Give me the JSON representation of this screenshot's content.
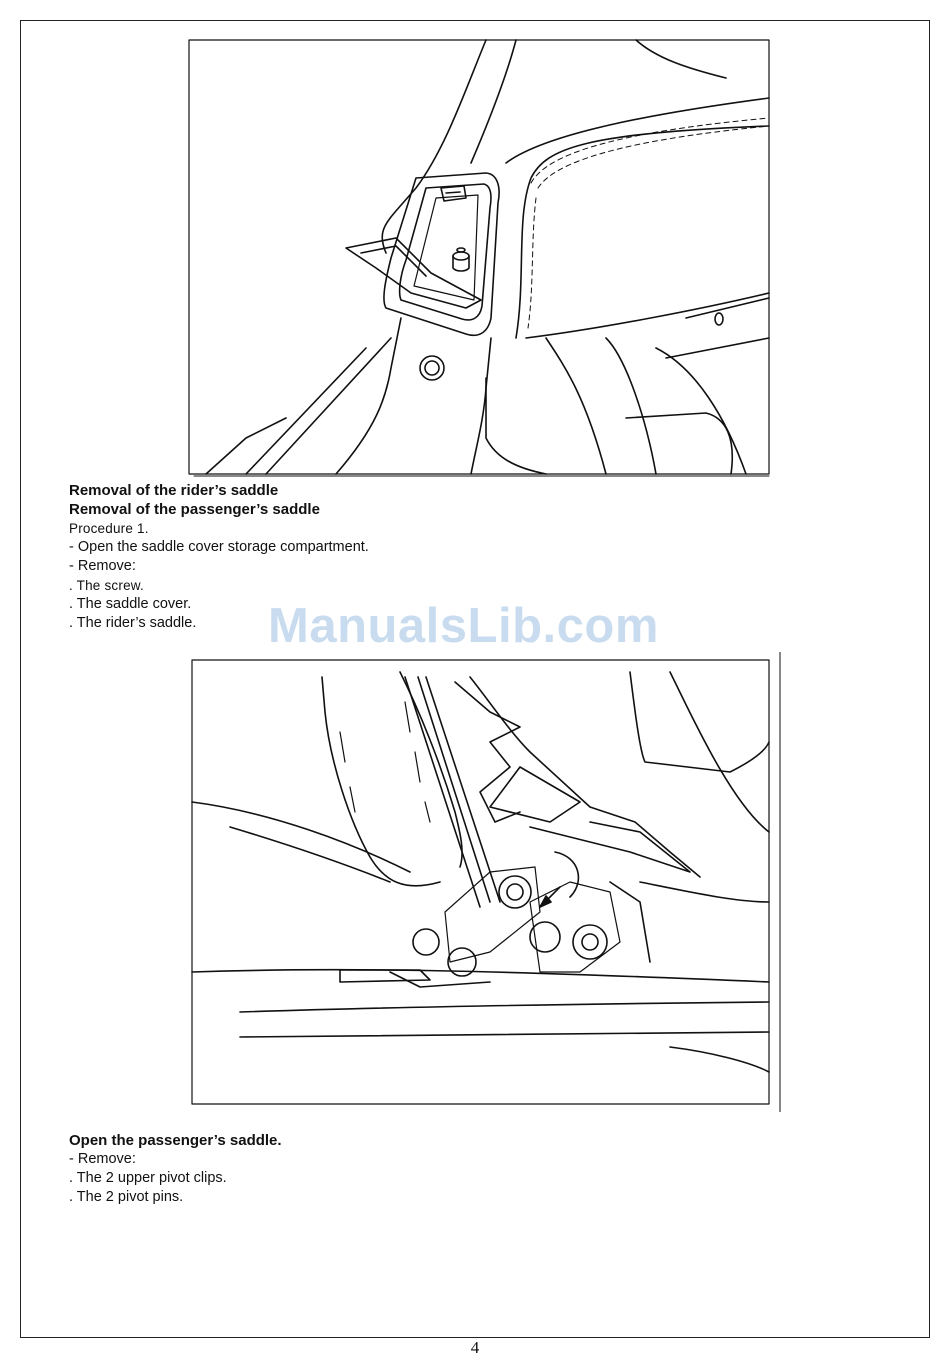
{
  "section1": {
    "heading1": "Removal of the rider’s saddle",
    "heading2": "Removal of the passenger’s saddle",
    "procedure": "Procedure 1.",
    "lines": [
      "- Open the saddle cover storage compartment.",
      "- Remove:",
      ". The screw.",
      ". The saddle cover.",
      ". The rider’s saddle."
    ]
  },
  "section2": {
    "heading": "Open the passenger’s saddle.",
    "lines": [
      "- Remove:",
      ". The 2 upper pivot clips.",
      ". The 2 pivot pins."
    ]
  },
  "watermark": "ManualsLib.com",
  "page_number": "4"
}
